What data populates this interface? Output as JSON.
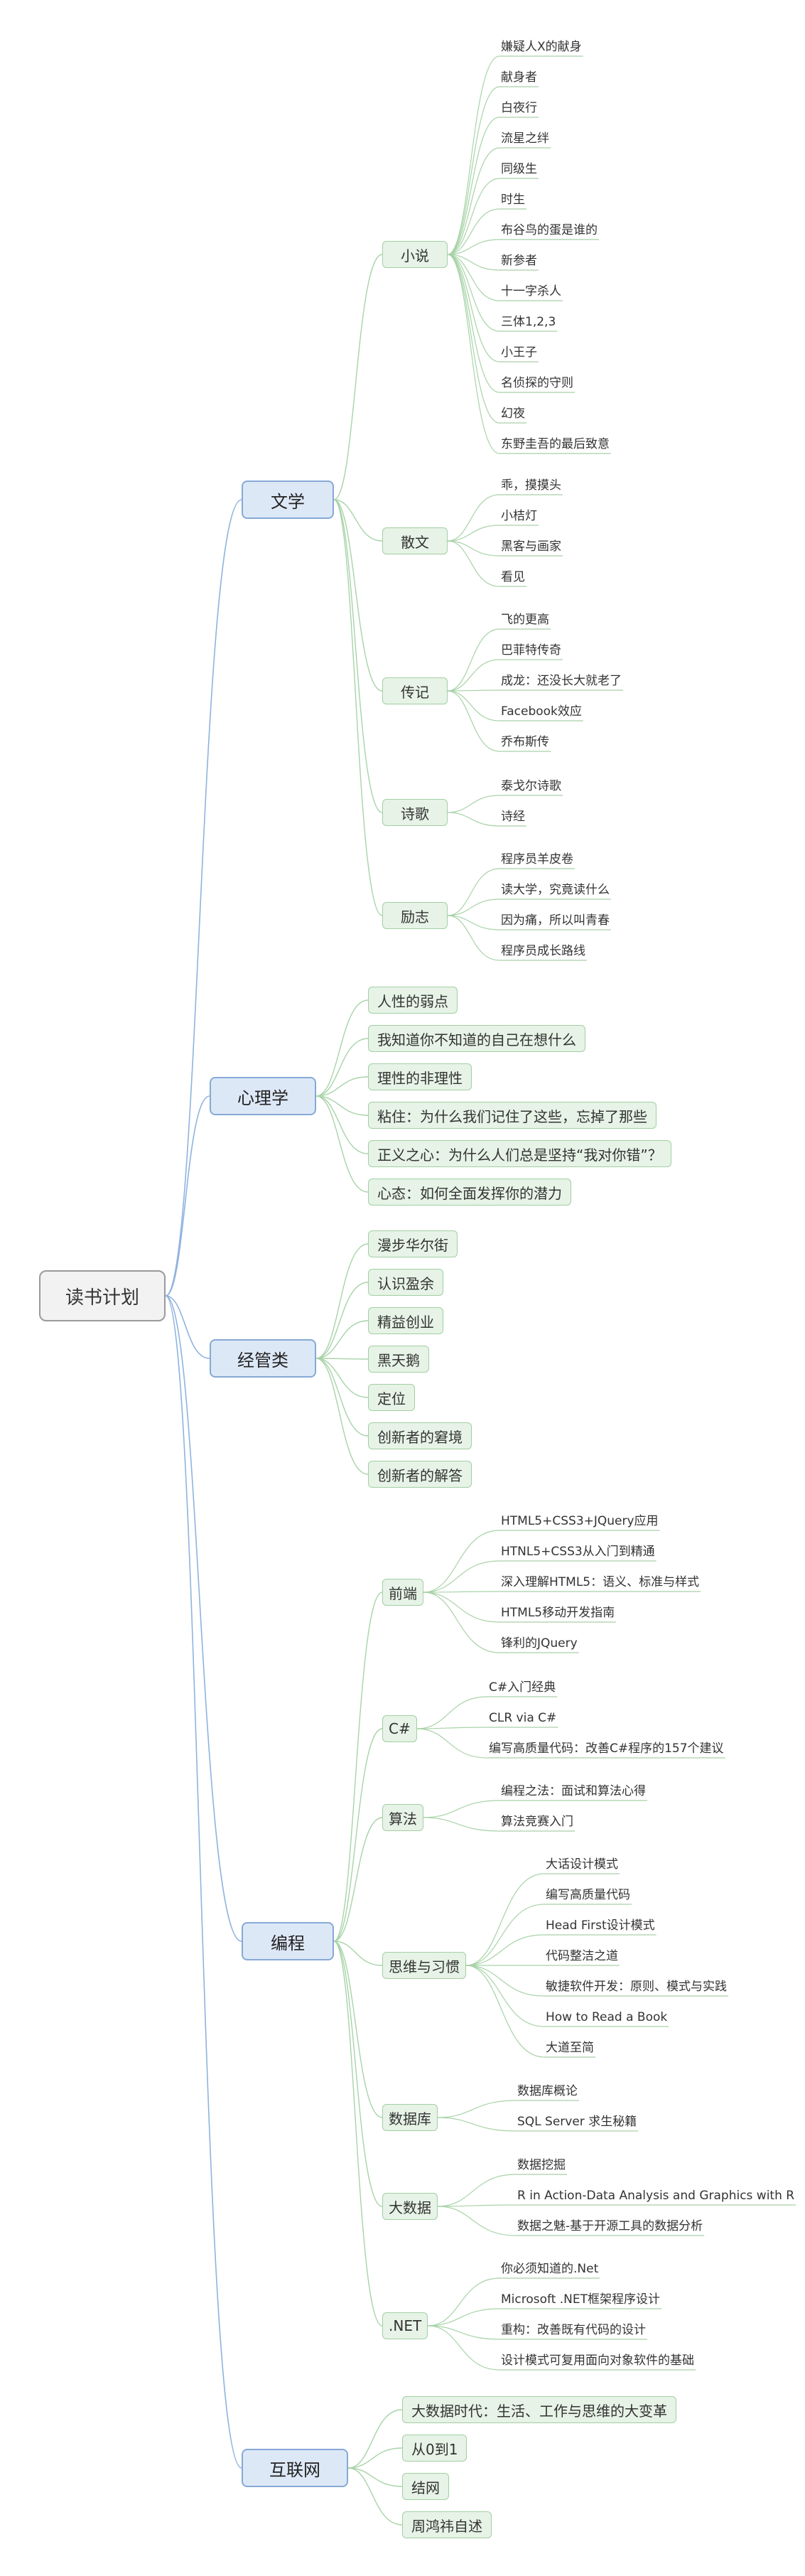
{
  "root": "读书计划",
  "main": {
    "wenxue": "文学",
    "xinli": "心理学",
    "jingguan": "经管类",
    "biancheng": "编程",
    "hulianwang": "互联网"
  },
  "wenxue": {
    "xiaoshuo": {
      "label": "小说",
      "items": [
        "嫌疑人X的献身",
        "献身者",
        "白夜行",
        "流星之绊",
        "同级生",
        "时生",
        "布谷鸟的蛋是谁的",
        "新参者",
        "十一字杀人",
        "三体1,2,3",
        "小王子",
        "名侦探的守则",
        "幻夜",
        "东野圭吾的最后致意"
      ]
    },
    "sanwen": {
      "label": "散文",
      "items": [
        "乖，摸摸头",
        "小桔灯",
        "黑客与画家",
        "看见"
      ]
    },
    "zhuanji": {
      "label": "传记",
      "items": [
        "飞的更高",
        "巴菲特传奇",
        "成龙：还没长大就老了",
        "Facebook效应",
        "乔布斯传"
      ]
    },
    "shige": {
      "label": "诗歌",
      "items": [
        "泰戈尔诗歌",
        "诗经"
      ]
    },
    "lizhi": {
      "label": "励志",
      "items": [
        "程序员羊皮卷",
        "读大学，究竟读什么",
        "因为痛，所以叫青春",
        "程序员成长路线"
      ]
    }
  },
  "xinli": [
    "人性的弱点",
    "我知道你不知道的自己在想什么",
    "理性的非理性",
    "粘住：为什么我们记住了这些，忘掉了那些",
    "正义之心：为什么人们总是坚持“我对你错”？",
    "心态：如何全面发挥你的潜力"
  ],
  "jingguan": [
    "漫步华尔街",
    "认识盈余",
    "精益创业",
    "黑天鹅",
    "定位",
    "创新者的窘境",
    "创新者的解答"
  ],
  "biancheng": {
    "qianduan": {
      "label": "前端",
      "items": [
        "HTML5+CSS3+JQuery应用",
        "HTNL5+CSS3从入门到精通",
        "深入理解HTML5：语义、标准与样式",
        "HTML5移动开发指南",
        "锋利的JQuery"
      ]
    },
    "csharp": {
      "label": "C#",
      "items": [
        "C#入门经典",
        "CLR via C#",
        "编写高质量代码：改善C#程序的157个建议"
      ]
    },
    "suanfa": {
      "label": "算法",
      "items": [
        "编程之法：面试和算法心得",
        "算法竞赛入门"
      ]
    },
    "siwei": {
      "label": "思维与习惯",
      "items": [
        "大话设计模式",
        "编写高质量代码",
        "Head First设计模式",
        "代码整洁之道",
        "敏捷软件开发：原则、模式与实践",
        "How to Read a Book",
        "大道至简"
      ]
    },
    "shujuku": {
      "label": "数据库",
      "items": [
        "数据库概论",
        "SQL Server 求生秘籍"
      ]
    },
    "dashuju": {
      "label": "大数据",
      "items": [
        "数据挖掘",
        "R in Action-Data Analysis and Graphics with R",
        "数据之魅-基于开源工具的数据分析"
      ]
    },
    "dotnet": {
      "label": ".NET",
      "items": [
        "你必须知道的.Net",
        "Microsoft .NET框架程序设计",
        "重构：改善既有代码的设计",
        "设计模式可复用面向对象软件的基础"
      ]
    }
  },
  "hulianwang": [
    "大数据时代：生活、工作与思维的大变革",
    "从0到1",
    "结网",
    "周鸿祎自述"
  ]
}
